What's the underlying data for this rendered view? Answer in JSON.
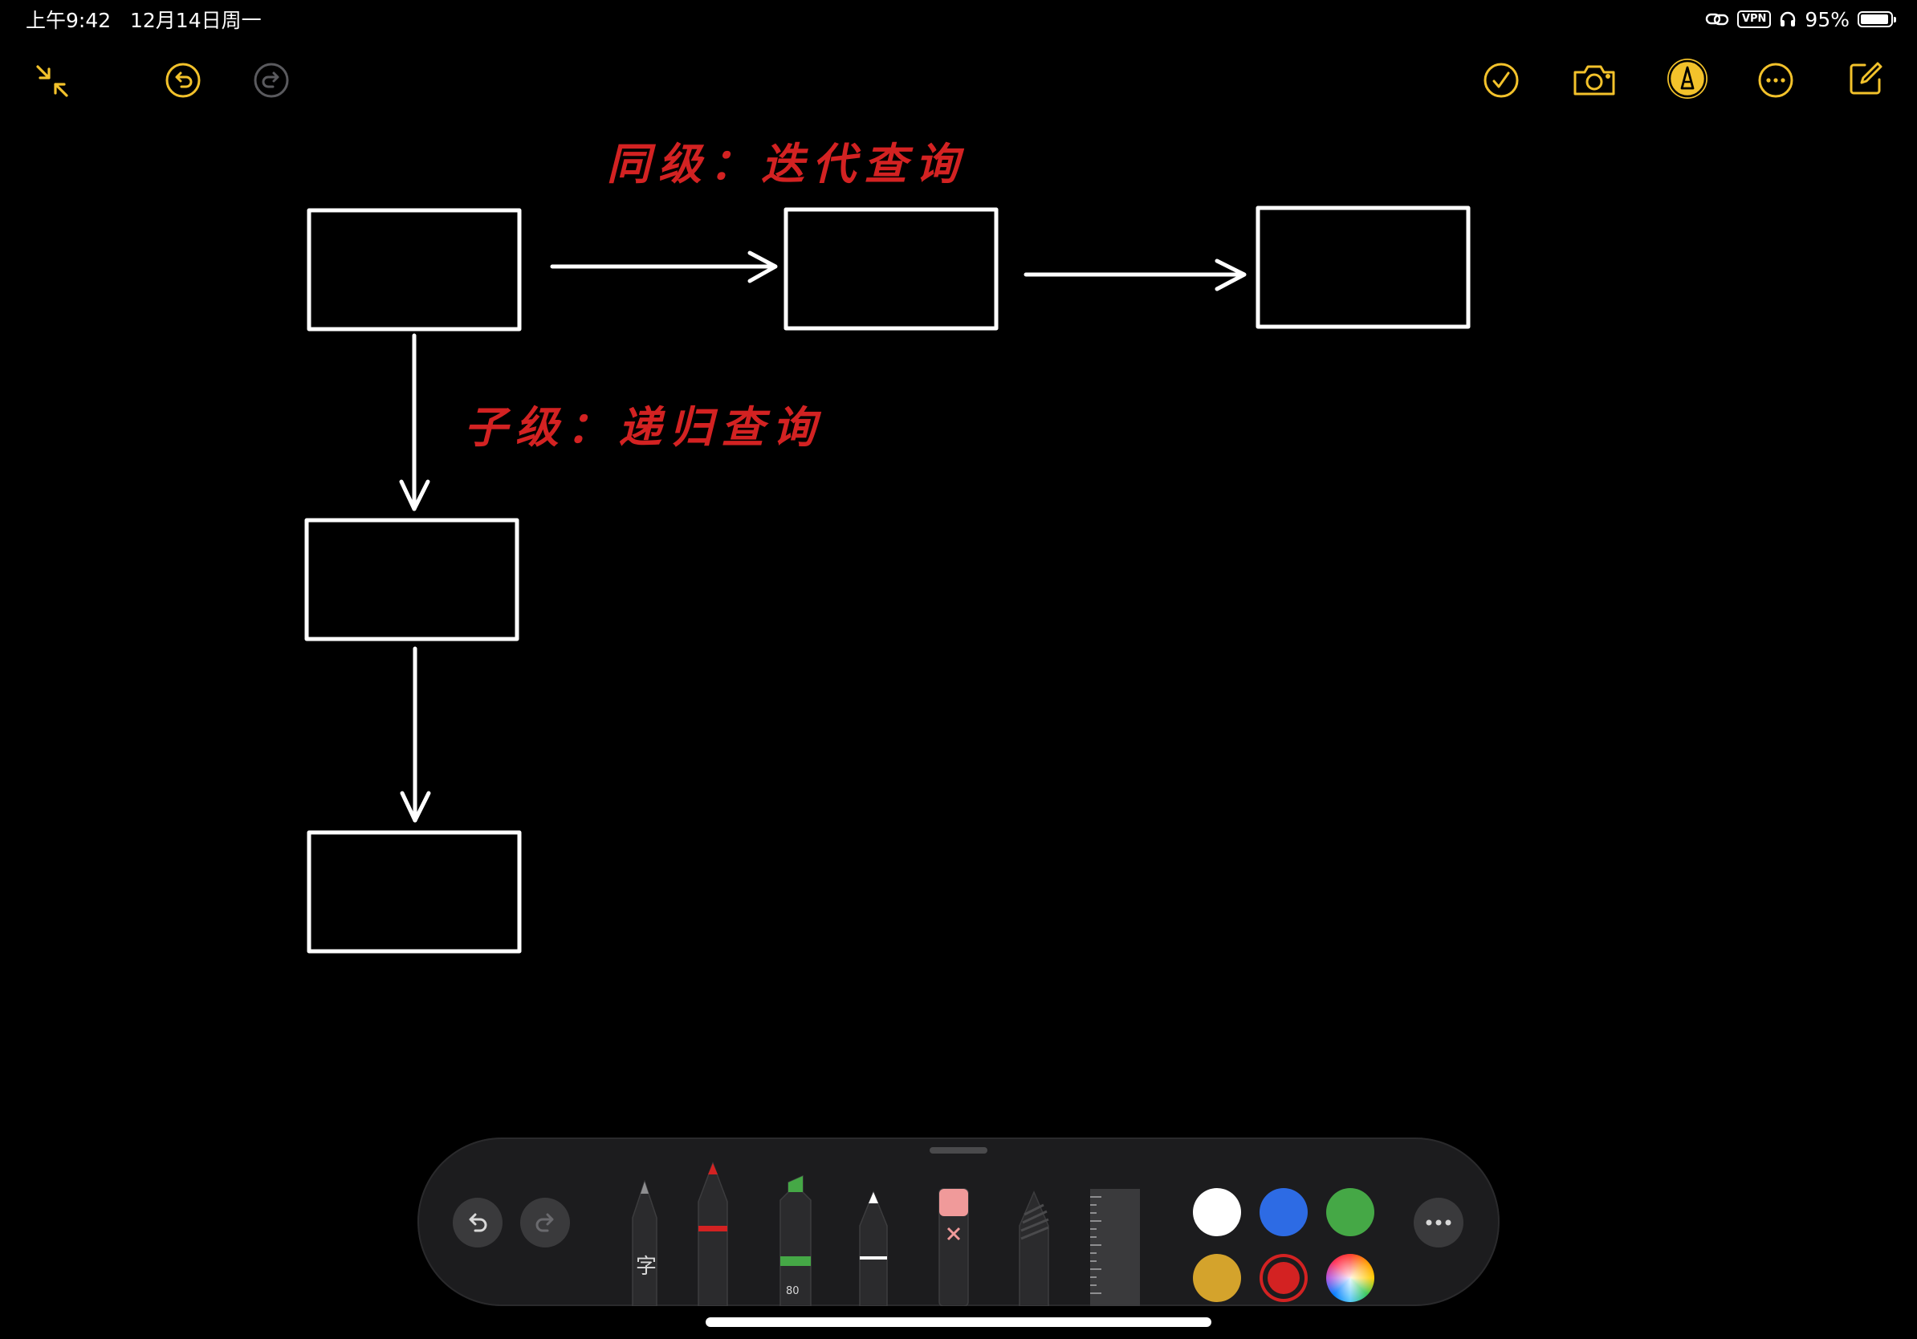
{
  "status": {
    "time": "上午9:42",
    "date": "12月14日周一",
    "vpn": "VPN",
    "battery": "95%",
    "battery_level": 0.95
  },
  "toolbar": {
    "icons": [
      "collapse-icon",
      "undo-icon",
      "redo-icon",
      "checklist-icon",
      "camera-icon",
      "markup-pen-icon",
      "more-icon",
      "compose-icon"
    ]
  },
  "canvas": {
    "annotation_sibling": "同级：迭代查询",
    "annotation_child": "子级：递归查询"
  },
  "palette": {
    "tools": [
      "text-pen",
      "marker",
      "highlighter",
      "pencil",
      "eraser",
      "crayon",
      "ruler"
    ],
    "text_pen_glyph": "字",
    "highlighter_value": "80",
    "colors": [
      "#ffffff",
      "#2d6be4",
      "#45a846",
      "#d4a32c",
      "#d32222",
      "spectrum"
    ],
    "selected_color": "#d32222",
    "accent": "#f3c22b"
  }
}
